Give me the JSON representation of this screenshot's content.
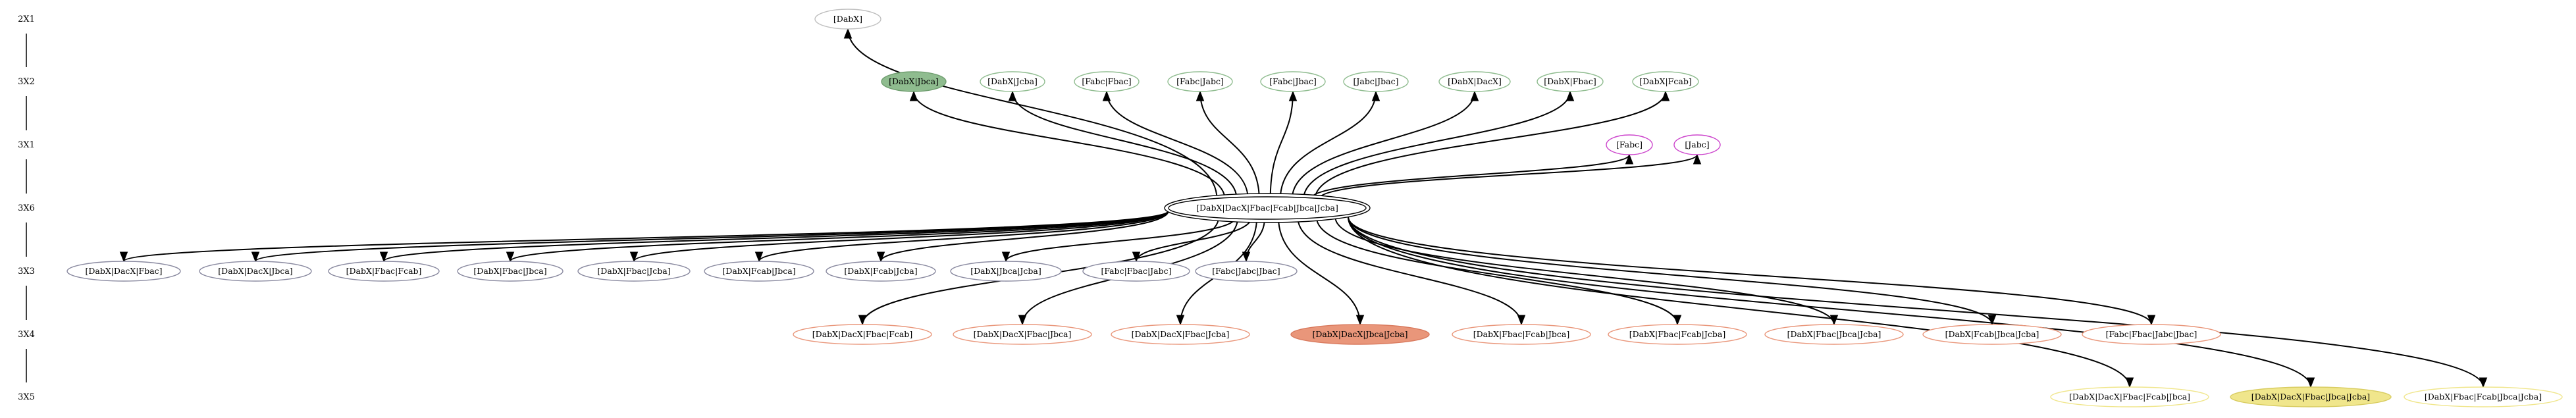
{
  "ranks": [
    {
      "label": "2X1"
    },
    {
      "label": "3X2"
    },
    {
      "label": "3X1"
    },
    {
      "label": "3X6"
    },
    {
      "label": "3X3"
    },
    {
      "label": "3X4"
    },
    {
      "label": "3X5"
    }
  ],
  "nodes": [
    {
      "id": "n_dabx",
      "label": "[DabX]",
      "rank": 0,
      "stroke": "#c0c0c0",
      "fill": "none"
    },
    {
      "id": "n2_0",
      "label": "[DabX|Jbca]",
      "rank": 1,
      "stroke": "#6f9e6f",
      "fill": "#8fbc8f"
    },
    {
      "id": "n2_1",
      "label": "[DabX|Jcba]",
      "rank": 1,
      "stroke": "#8fbc8f",
      "fill": "none"
    },
    {
      "id": "n2_2",
      "label": "[Fabc|Fbac]",
      "rank": 1,
      "stroke": "#8fbc8f",
      "fill": "none"
    },
    {
      "id": "n2_3",
      "label": "[Fabc|Jabc]",
      "rank": 1,
      "stroke": "#8fbc8f",
      "fill": "none"
    },
    {
      "id": "n2_4",
      "label": "[Fabc|Jbac]",
      "rank": 1,
      "stroke": "#8fbc8f",
      "fill": "none"
    },
    {
      "id": "n2_5",
      "label": "[Jabc|Jbac]",
      "rank": 1,
      "stroke": "#8fbc8f",
      "fill": "none"
    },
    {
      "id": "n2_6",
      "label": "[DabX|DacX]",
      "rank": 1,
      "stroke": "#8fbc8f",
      "fill": "none"
    },
    {
      "id": "n2_7",
      "label": "[DabX|Fbac]",
      "rank": 1,
      "stroke": "#8fbc8f",
      "fill": "none"
    },
    {
      "id": "n2_8",
      "label": "[DabX|Fcab]",
      "rank": 1,
      "stroke": "#8fbc8f",
      "fill": "none"
    },
    {
      "id": "n1_0",
      "label": "[Fabc]",
      "rank": 2,
      "stroke": "#cc44cc",
      "fill": "none"
    },
    {
      "id": "n1_1",
      "label": "[Jabc]",
      "rank": 2,
      "stroke": "#cc44cc",
      "fill": "none"
    },
    {
      "id": "n_root",
      "label": "[DabX|DacX|Fbac|Fcab|Jbca|Jcba]",
      "rank": 3,
      "stroke": "#000000",
      "fill": "none",
      "double": true
    },
    {
      "id": "n3_0",
      "label": "[DabX|DacX|Fbac]",
      "rank": 4,
      "stroke": "#8a8aa0",
      "fill": "none"
    },
    {
      "id": "n3_1",
      "label": "[DabX|DacX|Jbca]",
      "rank": 4,
      "stroke": "#8a8aa0",
      "fill": "none"
    },
    {
      "id": "n3_2",
      "label": "[DabX|Fbac|Fcab]",
      "rank": 4,
      "stroke": "#8a8aa0",
      "fill": "none"
    },
    {
      "id": "n3_3",
      "label": "[DabX|Fbac|Jbca]",
      "rank": 4,
      "stroke": "#8a8aa0",
      "fill": "none"
    },
    {
      "id": "n3_4",
      "label": "[DabX|Fbac|Jcba]",
      "rank": 4,
      "stroke": "#8a8aa0",
      "fill": "none"
    },
    {
      "id": "n3_5",
      "label": "[DabX|Fcab|Jbca]",
      "rank": 4,
      "stroke": "#8a8aa0",
      "fill": "none"
    },
    {
      "id": "n3_6",
      "label": "[DabX|Fcab|Jcba]",
      "rank": 4,
      "stroke": "#8a8aa0",
      "fill": "none"
    },
    {
      "id": "n3_7",
      "label": "[DabX|Jbca|Jcba]",
      "rank": 4,
      "stroke": "#8a8aa0",
      "fill": "none"
    },
    {
      "id": "n3_8",
      "label": "[Fabc|Fbac|Jabc]",
      "rank": 4,
      "stroke": "#8a8aa0",
      "fill": "none"
    },
    {
      "id": "n3_9",
      "label": "[Fabc|Jabc|Jbac]",
      "rank": 4,
      "stroke": "#8a8aa0",
      "fill": "none"
    },
    {
      "id": "n4_0",
      "label": "[DabX|DacX|Fbac|Fcab]",
      "rank": 5,
      "stroke": "#e9967a",
      "fill": "none"
    },
    {
      "id": "n4_1",
      "label": "[DabX|DacX|Fbac|Jbca]",
      "rank": 5,
      "stroke": "#e9967a",
      "fill": "none"
    },
    {
      "id": "n4_2",
      "label": "[DabX|DacX|Fbac|Jcba]",
      "rank": 5,
      "stroke": "#e9967a",
      "fill": "none"
    },
    {
      "id": "n4_3",
      "label": "[DabX|DacX|Jbca|Jcba]",
      "rank": 5,
      "stroke": "#d97a5e",
      "fill": "#e9967a"
    },
    {
      "id": "n4_4",
      "label": "[DabX|Fbac|Fcab|Jbca]",
      "rank": 5,
      "stroke": "#e9967a",
      "fill": "none"
    },
    {
      "id": "n4_5",
      "label": "[DabX|Fbac|Fcab|Jcba]",
      "rank": 5,
      "stroke": "#e9967a",
      "fill": "none"
    },
    {
      "id": "n4_6",
      "label": "[DabX|Fbac|Jbca|Jcba]",
      "rank": 5,
      "stroke": "#e9967a",
      "fill": "none"
    },
    {
      "id": "n4_7",
      "label": "[DabX|Fcab|Jbca|Jcba]",
      "rank": 5,
      "stroke": "#e9967a",
      "fill": "none"
    },
    {
      "id": "n4_8",
      "label": "[Fabc|Fbac|Jabc|Jbac]",
      "rank": 5,
      "stroke": "#e9967a",
      "fill": "none"
    },
    {
      "id": "n5_0",
      "label": "[DabX|DacX|Fbac|Fcab|Jbca]",
      "rank": 6,
      "stroke": "#f0e68c",
      "fill": "none"
    },
    {
      "id": "n5_1",
      "label": "[DabX|DacX|Fbac|Jbca|Jcba]",
      "rank": 6,
      "stroke": "#d8cc60",
      "fill": "#f0e68c"
    },
    {
      "id": "n5_2",
      "label": "[DabX|Fbac|Fcab|Jbca|Jcba]",
      "rank": 6,
      "stroke": "#f0e68c",
      "fill": "none"
    }
  ],
  "edges": [
    {
      "from": "n_root",
      "to": "n_dabx"
    },
    {
      "from": "n_root",
      "to": "n2_0"
    },
    {
      "from": "n_root",
      "to": "n2_1"
    },
    {
      "from": "n_root",
      "to": "n2_2"
    },
    {
      "from": "n_root",
      "to": "n2_3"
    },
    {
      "from": "n_root",
      "to": "n2_4"
    },
    {
      "from": "n_root",
      "to": "n2_5"
    },
    {
      "from": "n_root",
      "to": "n2_6"
    },
    {
      "from": "n_root",
      "to": "n2_7"
    },
    {
      "from": "n_root",
      "to": "n2_8"
    },
    {
      "from": "n_root",
      "to": "n1_0"
    },
    {
      "from": "n_root",
      "to": "n1_1"
    },
    {
      "from": "n_root",
      "to": "n3_0"
    },
    {
      "from": "n_root",
      "to": "n3_1"
    },
    {
      "from": "n_root",
      "to": "n3_2"
    },
    {
      "from": "n_root",
      "to": "n3_3"
    },
    {
      "from": "n_root",
      "to": "n3_4"
    },
    {
      "from": "n_root",
      "to": "n3_5"
    },
    {
      "from": "n_root",
      "to": "n3_6"
    },
    {
      "from": "n_root",
      "to": "n3_7"
    },
    {
      "from": "n_root",
      "to": "n3_8"
    },
    {
      "from": "n_root",
      "to": "n3_9"
    },
    {
      "from": "n_root",
      "to": "n4_0"
    },
    {
      "from": "n_root",
      "to": "n4_1"
    },
    {
      "from": "n_root",
      "to": "n4_2"
    },
    {
      "from": "n_root",
      "to": "n4_3"
    },
    {
      "from": "n_root",
      "to": "n4_4"
    },
    {
      "from": "n_root",
      "to": "n4_5"
    },
    {
      "from": "n_root",
      "to": "n4_6"
    },
    {
      "from": "n_root",
      "to": "n4_7"
    },
    {
      "from": "n_root",
      "to": "n4_8"
    },
    {
      "from": "n_root",
      "to": "n5_0"
    },
    {
      "from": "n_root",
      "to": "n5_1"
    },
    {
      "from": "n_root",
      "to": "n5_2"
    }
  ]
}
